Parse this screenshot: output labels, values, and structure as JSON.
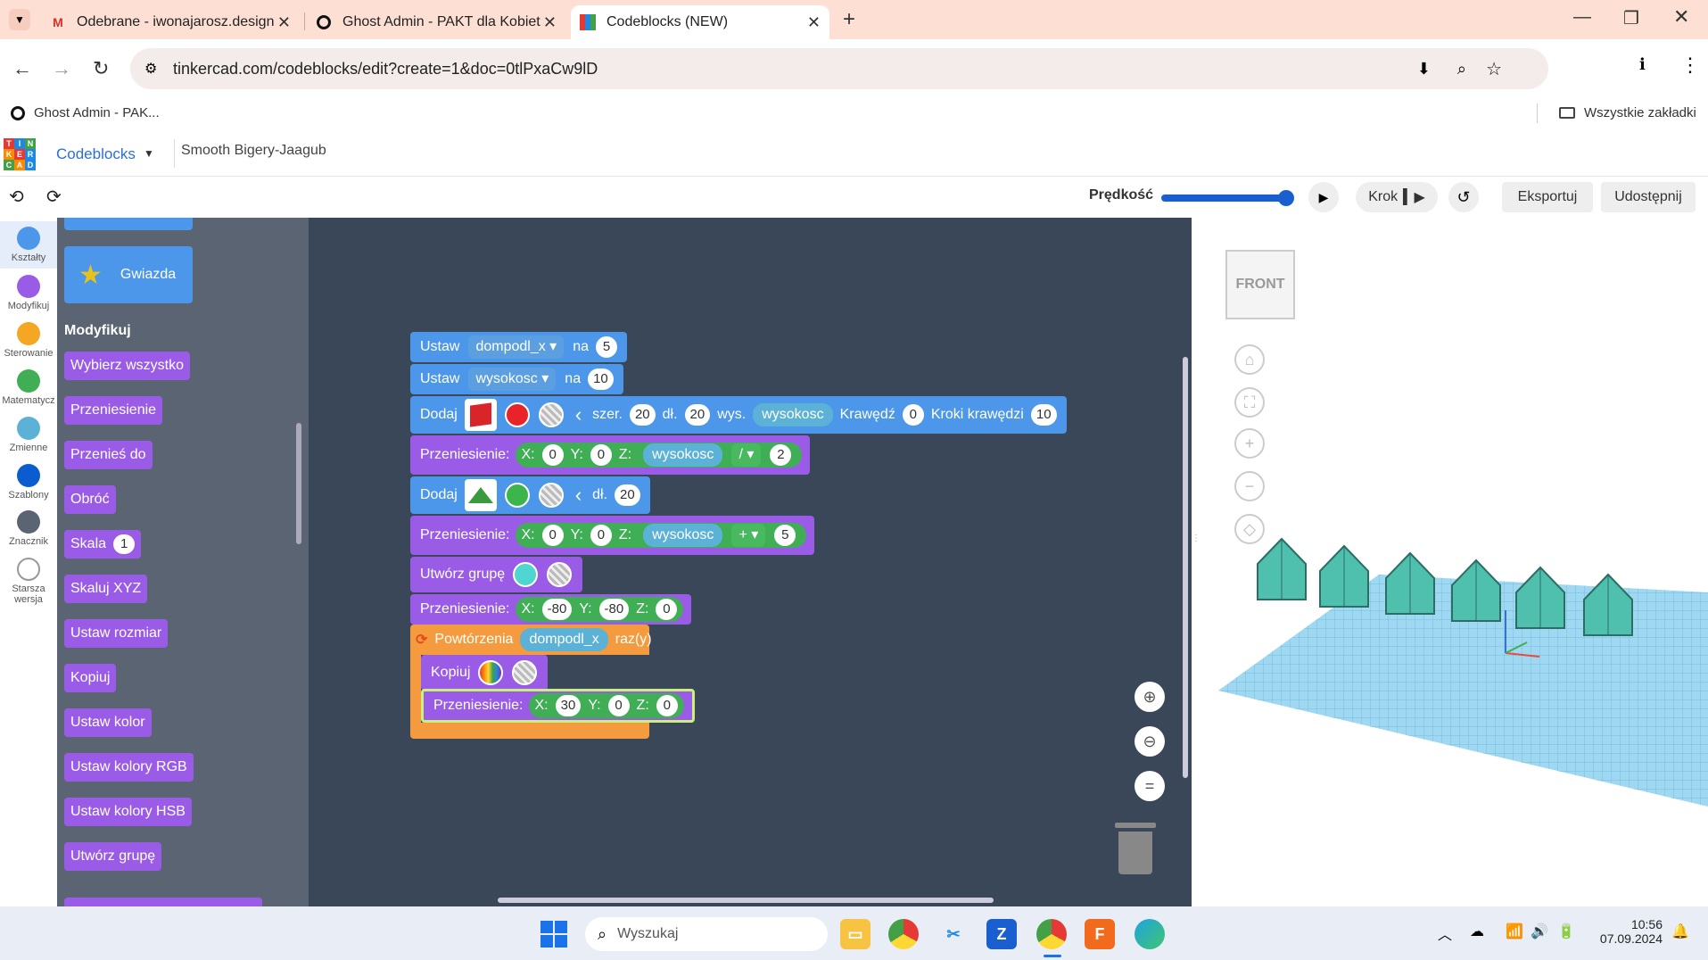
{
  "browser": {
    "tabs": [
      {
        "label": "Odebrane - iwonajarosz.design"
      },
      {
        "label": "Ghost Admin - PAKT dla Kobiet"
      },
      {
        "label": "Codeblocks (NEW)"
      }
    ],
    "url": "tinkercad.com/codeblocks/edit?create=1&doc=0tlPxaCw9lD",
    "bookmark": "Ghost Admin - PAK...",
    "all_bookmarks": "Wszystkie zakładki"
  },
  "app": {
    "logo": [
      "T",
      "I",
      "N",
      "K",
      "E",
      "R",
      "C",
      "A",
      "D"
    ],
    "menu": "Codeblocks",
    "design_name": "Smooth Bigery-Jaagub"
  },
  "toolbar": {
    "speed_label": "Prędkość",
    "speed_value": 100,
    "step_label": "Krok",
    "export_label": "Eksportuj",
    "share_label": "Udostępnij"
  },
  "categories": [
    {
      "label": "Kształty",
      "color": "#4c97ea"
    },
    {
      "label": "Modyfikuj",
      "color": "#9a5ce6"
    },
    {
      "label": "Sterowanie",
      "color": "#f5a623"
    },
    {
      "label": "Matematycz",
      "color": "#3fae55"
    },
    {
      "label": "Zmienne",
      "color": "#5cb1d6"
    },
    {
      "label": "Szablony",
      "color": "#0b5ccf"
    },
    {
      "label": "Znacznik",
      "color": "#5a6472"
    },
    {
      "label": "Starsza wersja",
      "color": "#ffffff"
    }
  ],
  "palette": {
    "star_label": "Gwiazda",
    "section_title": "Modyfikuj",
    "items": [
      "Wybierz wszystko",
      "Przeniesienie",
      "Przenieś do",
      "Obróć",
      "Skala",
      "Skaluj XYZ",
      "Ustaw rozmiar",
      "Kopiuj",
      "Ustaw kolor",
      "Ustaw kolory RGB",
      "Ustaw kolory HSB",
      "Utwórz grupę"
    ],
    "scale_value": "1"
  },
  "script": {
    "set1": {
      "label": "Ustaw",
      "var": "dompodl_x",
      "na": "na",
      "value": "5"
    },
    "set2": {
      "label": "Ustaw",
      "var": "wysokosc",
      "na": "na",
      "value": "10"
    },
    "add1": {
      "label": "Dodaj",
      "szer": "szer.",
      "szer_val": "20",
      "dl": "dł.",
      "dl_val": "20",
      "wys": "wys.",
      "wys_var": "wysokosc",
      "edge": "Krawędź",
      "edge_val": "0",
      "steps": "Kroki krawędzi",
      "steps_val": "10"
    },
    "move1": {
      "label": "Przeniesienie:",
      "x": "X:",
      "x_val": "0",
      "y": "Y:",
      "y_val": "0",
      "z": "Z:",
      "var": "wysokosc",
      "op": "/",
      "operand": "2"
    },
    "add2": {
      "label": "Dodaj",
      "dl": "dł.",
      "dl_val": "20"
    },
    "move2": {
      "label": "Przeniesienie:",
      "x": "X:",
      "x_val": "0",
      "y": "Y:",
      "y_val": "0",
      "z": "Z:",
      "var": "wysokosc",
      "op": "+",
      "operand": "5"
    },
    "group": {
      "label": "Utwórz grupę"
    },
    "move3": {
      "label": "Przeniesienie:",
      "x": "X:",
      "x_val": "-80",
      "y": "Y:",
      "y_val": "-80",
      "z": "Z:",
      "z_val": "0"
    },
    "repeat": {
      "label": "Powtórzenia",
      "var": "dompodl_x",
      "suffix": "raz(y)"
    },
    "copy": {
      "label": "Kopiuj"
    },
    "move4": {
      "label": "Przeniesienie:",
      "x": "X:",
      "x_val": "30",
      "y": "Y:",
      "y_val": "0",
      "z": "Z:",
      "z_val": "0"
    }
  },
  "viewport": {
    "cube_label": "FRONT"
  },
  "taskbar": {
    "search_placeholder": "Wyszukaj",
    "time": "10:56",
    "date": "07.09.2024"
  }
}
